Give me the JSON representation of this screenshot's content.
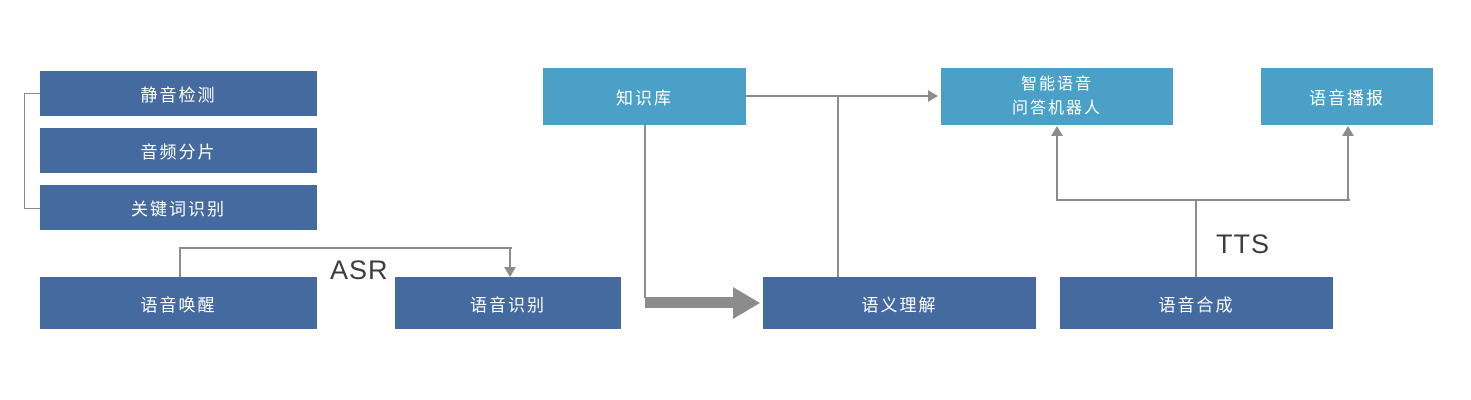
{
  "diagram": {
    "boxes": {
      "silence_detection": "静音检测",
      "audio_segmentation": "音频分片",
      "keyword_recognition": "关键词识别",
      "voice_wakeup": "语音唤醒",
      "speech_recognition": "语音识别",
      "knowledge_base": "知识库",
      "semantic_understanding": "语义理解",
      "qa_robot_line1": "智能语音",
      "qa_robot_line2": "问答机器人",
      "speech_synthesis": "语音合成",
      "voice_broadcast": "语音播报"
    },
    "edge_labels": {
      "asr": "ASR",
      "tts": "TTS"
    },
    "colors": {
      "dark_box": "#456a9f",
      "light_box": "#4aa0c6",
      "connector_gray": "#8c8c8c",
      "label_text": "#3d3d3d",
      "box_text": "#ffffff"
    }
  }
}
